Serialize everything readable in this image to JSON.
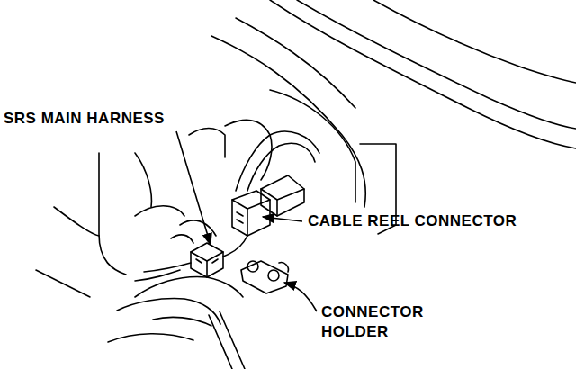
{
  "diagram": {
    "labels": [
      "SRS MAIN HARNESS",
      "CABLE REEL CONNECTOR",
      "CONNECTOR HOLDER"
    ]
  }
}
